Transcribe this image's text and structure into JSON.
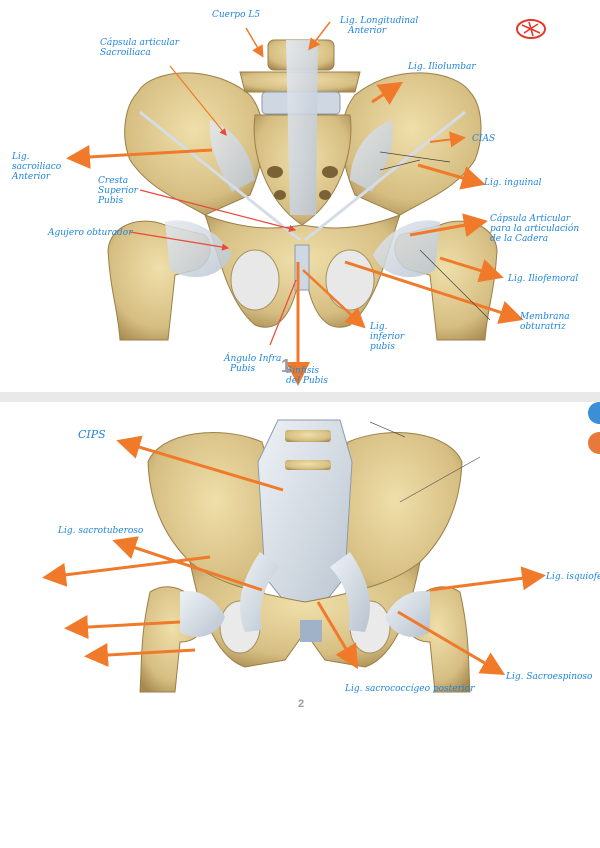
{
  "page1": {
    "number": "1",
    "labels": {
      "cuerpo_l5": "Cuerpo L5",
      "lig_longitudinal_1": "Lig. Longitudinal",
      "lig_longitudinal_2": "Anterior",
      "capsula_sacroiliaca_1": "Cápsula articular",
      "capsula_sacroiliaca_2": "Sacroiliaca",
      "lig_iliolumbar": "Lig. Iliolumbar",
      "cias": "CIAS",
      "lig_sacroiliaco_1": "Lig.",
      "lig_sacroiliaco_2": "sacroiliaco",
      "lig_sacroiliaco_3": "Anterior",
      "lig_inguinal": "Lig. inguinal",
      "cresta_1": "Cresta",
      "cresta_2": "Superior",
      "cresta_3": "Pubis",
      "capsula_cadera_1": "Cápsula Articular",
      "capsula_cadera_2": "para la articulación",
      "capsula_cadera_3": "de la Cadera",
      "agujero_obturador": "Agujero obturador",
      "lig_iliofemoral": "Lig. Iliofemoral",
      "membrana_1": "Membrana",
      "membrana_2": "obturatriz",
      "lig_arqueado_1": "Lig.",
      "lig_arqueado_2": "inferior",
      "lig_arqueado_3": "pubis",
      "angulo_1": "Ángulo Infra",
      "angulo_2": "Pubis",
      "sinfisis_1": "Sínfisis",
      "sinfisis_2": "del Pubis"
    }
  },
  "page2": {
    "number": "2",
    "labels": {
      "cips": "CIPS",
      "lig_sacrotuberoso": "Lig. sacrotuberoso",
      "lig_isquiofemoral": "Lig. isquiofemoral",
      "lig_sacrococcigeo": "Lig. sacrococcígeo posterior",
      "lig_sacroespinoso": "Lig. Sacroespinoso"
    }
  },
  "colors": {
    "bone": "#d9c48a",
    "bone_shade": "#b69a5c",
    "ligament": "#c9d2dd",
    "arrow": "#f07a2a",
    "ink": "#1d84e0",
    "stamp": "#e03a2a",
    "side_blue": "#3a8fd6",
    "side_orange": "#e8793a"
  }
}
